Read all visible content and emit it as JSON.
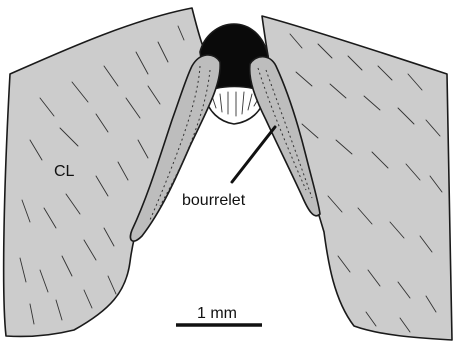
{
  "labels": {
    "cl": "CL",
    "bourrelet": "bourrelet",
    "scale": "1 mm"
  },
  "colors": {
    "tissue_fill": "#cccccc",
    "bourrelet_fill": "#bdbdbd",
    "dark_region": "#0a0a0a",
    "outline": "#1a1a1a",
    "background": "#ffffff"
  }
}
